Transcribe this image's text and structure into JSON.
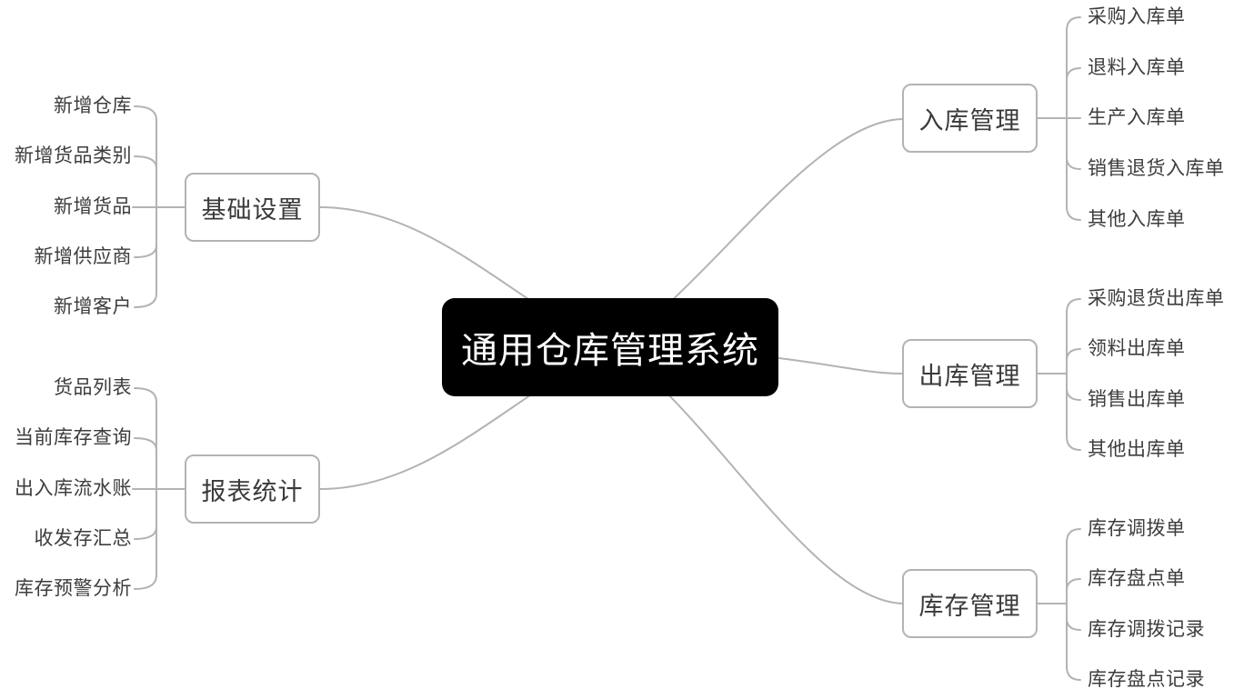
{
  "diagram": {
    "root": {
      "label": "通用仓库管理系统"
    },
    "branches": [
      {
        "label": "基础设置",
        "side": "left",
        "children": [
          "新增仓库",
          "新增货品类别",
          "新增货品",
          "新增供应商",
          "新增客户"
        ]
      },
      {
        "label": "报表统计",
        "side": "left",
        "children": [
          "货品列表",
          "当前库存查询",
          "出入库流水账",
          "收发存汇总",
          "库存预警分析"
        ]
      },
      {
        "label": "入库管理",
        "side": "right",
        "children": [
          "采购入库单",
          "退料入库单",
          "生产入库单",
          "销售退货入库单",
          "其他入库单"
        ]
      },
      {
        "label": "出库管理",
        "side": "right",
        "children": [
          "采购退货出库单",
          "领料出库单",
          "销售出库单",
          "其他出库单"
        ]
      },
      {
        "label": "库存管理",
        "side": "right",
        "children": [
          "库存调拨单",
          "库存盘点单",
          "库存调拨记录",
          "库存盘点记录"
        ]
      }
    ],
    "colors": {
      "canvas_bg": "#ffffff",
      "root_bg": "#000000",
      "root_text": "#ffffff",
      "branch_border": "#b3b3b3",
      "branch_text": "#3a3a3a",
      "leaf_text": "#3d3d3d",
      "connector": "#b3b3b3"
    }
  }
}
